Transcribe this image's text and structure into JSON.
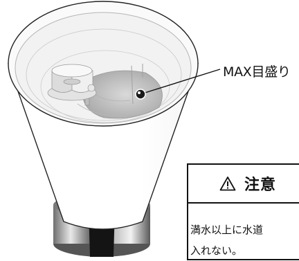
{
  "callout": {
    "label": "MAX目盛り"
  },
  "caution": {
    "title": "注意",
    "lines": [
      "満水以上に水道",
      "入れない。"
    ]
  },
  "icons": [
    "warning-triangle-icon"
  ]
}
